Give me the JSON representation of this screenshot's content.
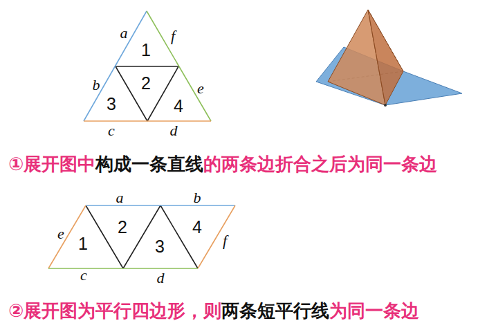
{
  "diagram": {
    "labels": [
      "a",
      "f",
      "1",
      "b",
      "2",
      "e",
      "3",
      "4",
      "c",
      "d",
      "①展开图中",
      "构成一条直线",
      "的两条边折合之后为同一条边",
      "a",
      "b",
      "e",
      "2",
      "1",
      "3",
      "4",
      "f",
      "c",
      "d",
      "②展开图为平行四边形，则",
      "两条短平行线",
      "为同一条边"
    ]
  }
}
